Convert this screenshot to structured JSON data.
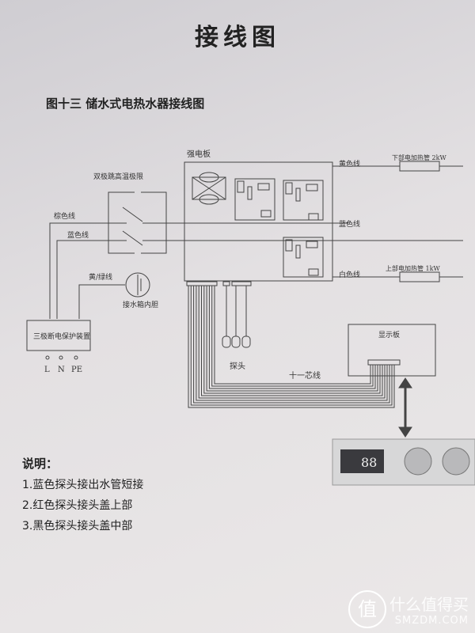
{
  "title": "接线图",
  "subtitle": "图十三  储水式电热水器接线图",
  "diagram": {
    "strong_board": "强电板",
    "limiter": "双极跳高温极限",
    "brown_wire": "棕色线",
    "blue_wire_left": "蓝色线",
    "yellow_green_wire": "黄/绿线",
    "tank": "接水箱内胆",
    "protector": "三极断电保护装置",
    "terminals": [
      "L",
      "N",
      "PE"
    ],
    "yellow_wire": "黄色线",
    "lower_heater": "下部电加热管 2kW",
    "blue_wire_right": "蓝色线",
    "white_wire": "白色线",
    "upper_heater": "上部电加热管 1kW",
    "display_board": "显示板",
    "probe": "探头",
    "cable": "十一芯线",
    "panel_display": "88"
  },
  "notes": {
    "heading": "说明：",
    "items": [
      "1.蓝色探头接出水管短接",
      "2.红色探头接头盖上部",
      "3.黑色探头接头盖中部"
    ]
  },
  "watermark": {
    "logo": "值",
    "cn": "什么值得买",
    "en": "SMZDM.COM"
  }
}
